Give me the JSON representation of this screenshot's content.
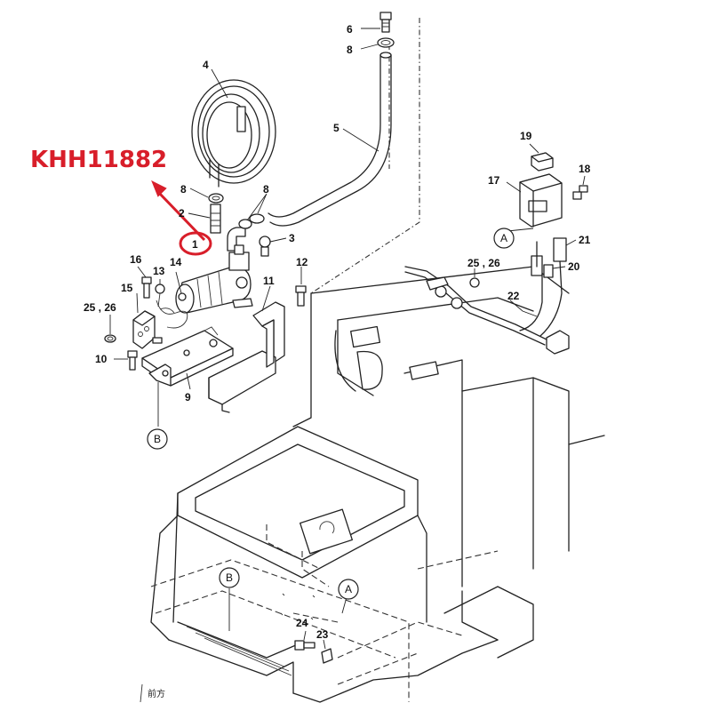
{
  "part_code": "KHH11882",
  "callouts": [
    {
      "id": "c1",
      "label": "1"
    },
    {
      "id": "c2",
      "label": "2"
    },
    {
      "id": "c3",
      "label": "3"
    },
    {
      "id": "c4",
      "label": "4"
    },
    {
      "id": "c5",
      "label": "5"
    },
    {
      "id": "c6",
      "label": "6"
    },
    {
      "id": "c8a",
      "label": "8"
    },
    {
      "id": "c8b",
      "label": "8"
    },
    {
      "id": "c8c",
      "label": "8"
    },
    {
      "id": "c9",
      "label": "9"
    },
    {
      "id": "c10",
      "label": "10"
    },
    {
      "id": "c11",
      "label": "11"
    },
    {
      "id": "c12",
      "label": "12"
    },
    {
      "id": "c13",
      "label": "13"
    },
    {
      "id": "c14",
      "label": "14"
    },
    {
      "id": "c15",
      "label": "15"
    },
    {
      "id": "c16",
      "label": "16"
    },
    {
      "id": "c17",
      "label": "17"
    },
    {
      "id": "c18",
      "label": "18"
    },
    {
      "id": "c19",
      "label": "19"
    },
    {
      "id": "c20",
      "label": "20"
    },
    {
      "id": "c21",
      "label": "21"
    },
    {
      "id": "c22",
      "label": "22"
    },
    {
      "id": "c23",
      "label": "23"
    },
    {
      "id": "c24",
      "label": "24"
    },
    {
      "id": "c2526a",
      "label": "25 , 26"
    },
    {
      "id": "c2526b",
      "label": "25 , 26"
    }
  ],
  "reference_markers": [
    {
      "id": "ra1",
      "label": "A"
    },
    {
      "id": "ra2",
      "label": "A"
    },
    {
      "id": "rb1",
      "label": "B"
    },
    {
      "id": "rb2",
      "label": "B"
    }
  ],
  "direction_note": "前方",
  "highlight_color": "#d81e2a"
}
